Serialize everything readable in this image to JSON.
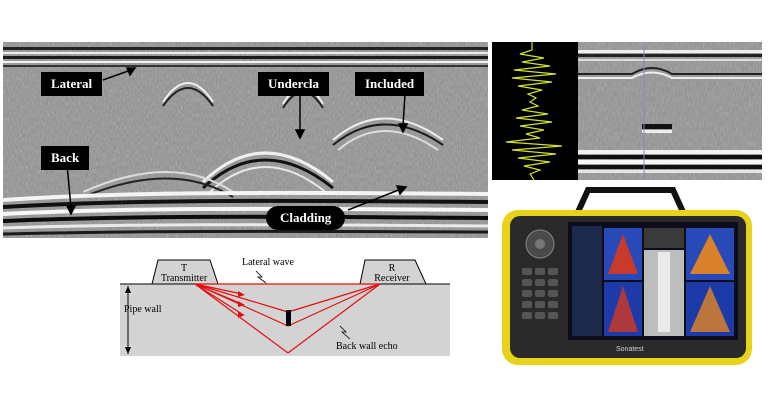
{
  "bscan": {
    "labels": {
      "lateral": "Lateral",
      "undercla": "Undercla",
      "included": "Included",
      "back": "Back",
      "cladding": "Cladding"
    }
  },
  "tofd_diagram": {
    "transmitter_letter": "T",
    "transmitter_label": "Transmitter",
    "receiver_letter": "R",
    "receiver_label": "Receiver",
    "lateral_wave": "Lateral wave",
    "pipe_wall": "Pipe wall",
    "back_wall_echo": "Back wall echo",
    "colors": {
      "beam": "#e01010",
      "block": "#d3d3d3"
    }
  },
  "device": {
    "brand": "Sonatest"
  }
}
